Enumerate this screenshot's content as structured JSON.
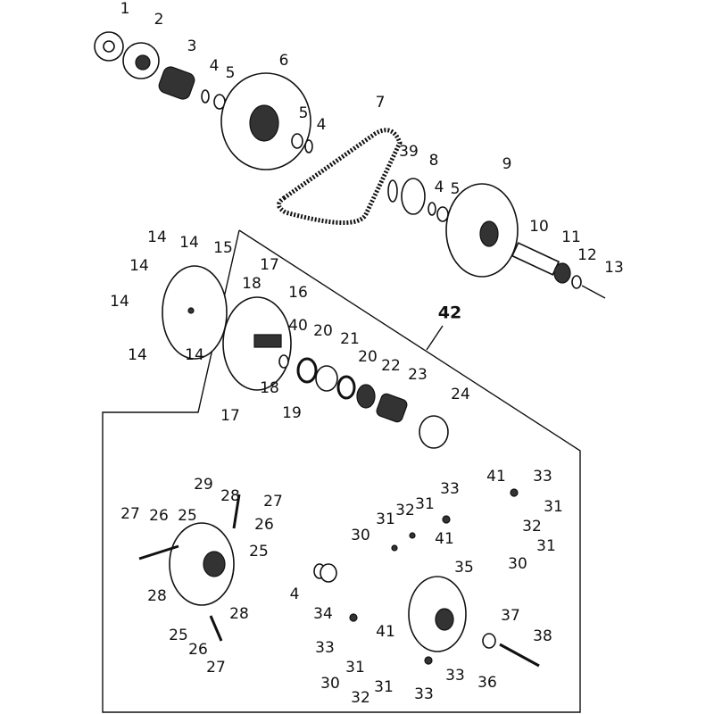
{
  "diagram": {
    "type": "exploded-parts-diagram",
    "assembly_label": "42",
    "callouts": [
      "1",
      "2",
      "3",
      "4",
      "5",
      "6",
      "5",
      "4",
      "7",
      "39",
      "8",
      "4",
      "5",
      "9",
      "10",
      "11",
      "12",
      "13",
      "14",
      "14",
      "14",
      "14",
      "14",
      "14",
      "15",
      "17",
      "18",
      "16",
      "40",
      "20",
      "21",
      "20",
      "22",
      "23",
      "24",
      "18",
      "17",
      "19",
      "29",
      "28",
      "27",
      "27",
      "26",
      "25",
      "26",
      "25",
      "28",
      "28",
      "25",
      "26",
      "27",
      "33",
      "32",
      "31",
      "31",
      "30",
      "41",
      "41",
      "33",
      "31",
      "32",
      "31",
      "30",
      "35",
      "4",
      "34",
      "33",
      "41",
      "31",
      "30",
      "32",
      "31",
      "33",
      "33",
      "36",
      "37",
      "38"
    ]
  }
}
